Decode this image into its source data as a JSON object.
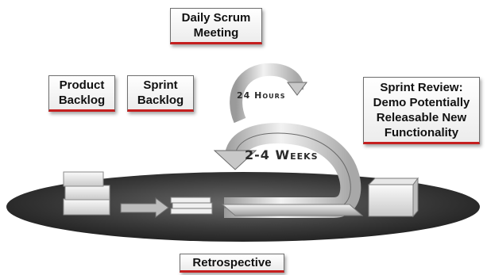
{
  "diagram": {
    "daily_scrum": "Daily Scrum\nMeeting",
    "product_backlog": "Product\nBacklog",
    "sprint_backlog": "Sprint\nBacklog",
    "sprint_review": "Sprint Review:\nDemo Potentially\nReleasable New\nFunctionality",
    "hours_label": "24 Hours",
    "weeks_label": "2-4 Weeks",
    "retrospective": "Retrospective"
  },
  "colors": {
    "accent": "#c51f1f",
    "platform": "#3a3a3a"
  }
}
